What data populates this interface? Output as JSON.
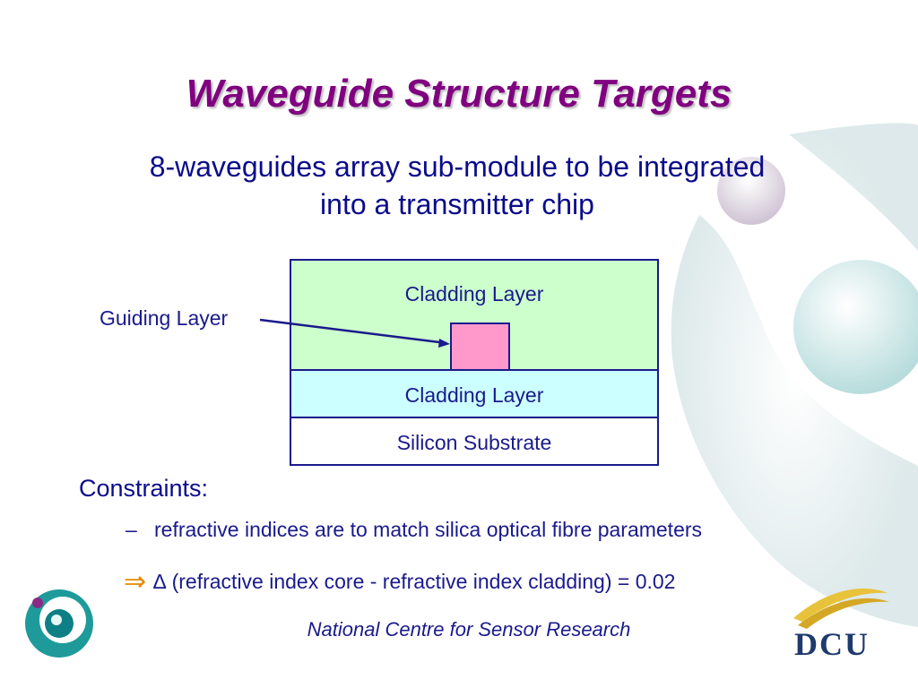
{
  "title": "Waveguide Structure Targets",
  "subtitle": "8-waveguides array sub-module to be integrated into a transmitter chip",
  "diagram": {
    "guiding_label": "Guiding Layer",
    "upper_cladding": "Cladding Layer",
    "lower_cladding": "Cladding Layer",
    "substrate": "Silicon Substrate",
    "colors": {
      "upper_cladding": "#ccffcc",
      "lower_cladding": "#ccffff",
      "substrate": "#ffffff",
      "core": "#ff99cc",
      "border": "#1a1a8c"
    }
  },
  "constraints": {
    "heading": "Constraints:",
    "bullet_marker": "–",
    "bullet": "refractive indices are to match silica optical fibre parameters",
    "implication_symbol": "⇒",
    "delta_symbol": "∆",
    "implication_text": "(refractive index core - refractive index cladding) = 0.02"
  },
  "footer": "National Centre for Sensor Research",
  "logo_text": "DCU"
}
